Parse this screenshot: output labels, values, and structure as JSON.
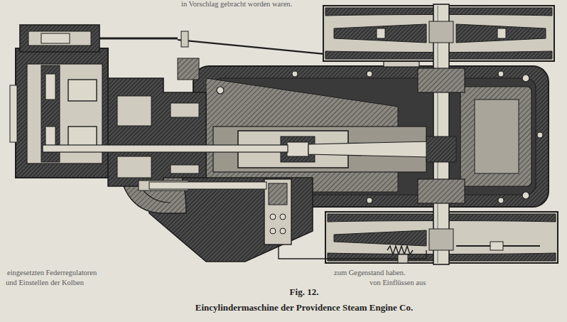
{
  "diagram": {
    "title": "Fig. 12.",
    "caption": "Eincylindermaschine der Providence Steam Engine Co.",
    "labels": [
      "in Vorschlag gebracht worden waren.",
      "eingesetzten Federregulatoren",
      "zum Gegenstand haben.",
      "und Einstellen der Kolben",
      "von Einflüssen aus"
    ]
  }
}
